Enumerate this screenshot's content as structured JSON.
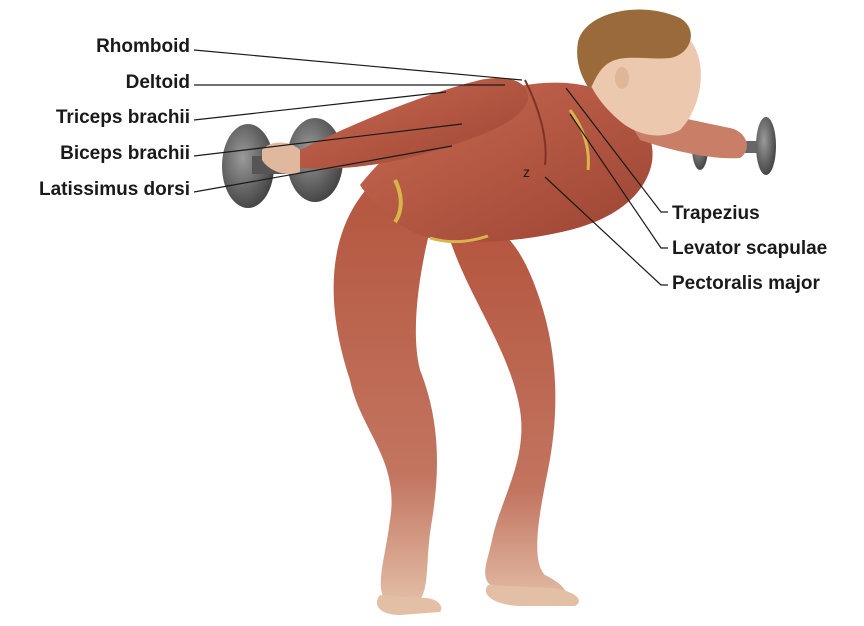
{
  "labels_left": [
    {
      "id": "rhomboid",
      "text": "Rhomboid"
    },
    {
      "id": "deltoid",
      "text": "Deltoid"
    },
    {
      "id": "triceps",
      "text": "Triceps brachii"
    },
    {
      "id": "biceps",
      "text": "Biceps brachii"
    },
    {
      "id": "latissimus",
      "text": "Latissimus dorsi"
    }
  ],
  "labels_right": [
    {
      "id": "trapezius",
      "text": "Trapezius"
    },
    {
      "id": "levator",
      "text": "Levator scapulae"
    },
    {
      "id": "pectoralis",
      "text": "Pectoralis major"
    }
  ],
  "marker_letter": "z",
  "colors": {
    "muscle": "#b85a45",
    "muscle_dark": "#8e3e2e",
    "skin": "#e8c4a8",
    "hair": "#9a6a3a",
    "dumbbell": "#6a6a6a",
    "dumbbell_dark": "#3f3f3f",
    "leader": "#1a1a1a"
  }
}
